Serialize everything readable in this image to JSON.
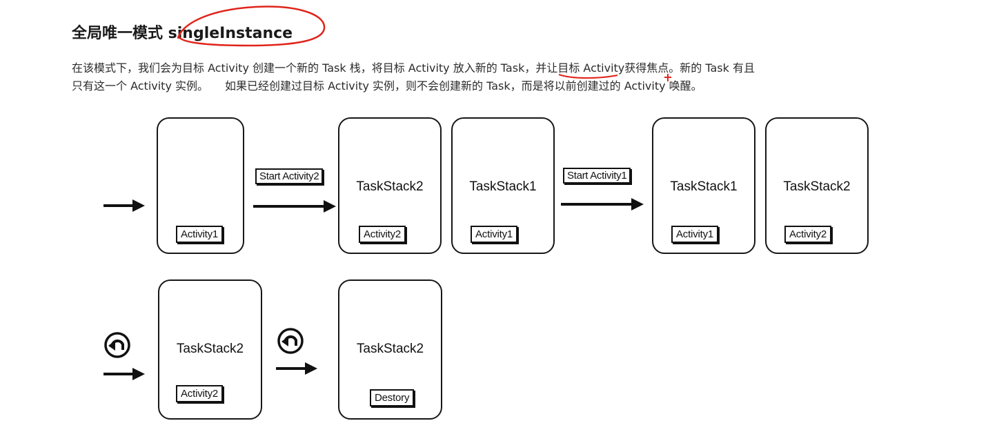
{
  "heading": {
    "title": "全局唯一模式 singleInstance"
  },
  "paragraph": {
    "line1": "在该模式下，我们会为目标 Activity 创建一个新的 Task 栈，将目标 Activity 放入新的 Task，并让目标 Activity获得焦点。新的 Task 有且",
    "line2": "只有这一个 Activity 实例。　　如果已经创建过目标 Activity 实例，则不会创建新的 Task，而是将以前创建过的 Activity 唤醒。"
  },
  "diagram": {
    "row1": {
      "stack_a": {
        "activity": "Activity1"
      },
      "label_start2": "Start Activity2",
      "stack_b": {
        "title": "TaskStack2",
        "activity": "Activity2"
      },
      "stack_c": {
        "title": "TaskStack1",
        "activity": "Activity1"
      },
      "label_start1": "Start Activity1",
      "stack_d": {
        "title": "TaskStack1",
        "activity": "Activity1"
      },
      "stack_e": {
        "title": "TaskStack2",
        "activity": "Activity2"
      }
    },
    "row2": {
      "stack_f": {
        "title": "TaskStack2",
        "activity": "Activity2"
      },
      "stack_g": {
        "title": "TaskStack2",
        "activity": "Destory"
      }
    }
  },
  "colors": {
    "annotation_red": "#e0241b",
    "ink": "#111111"
  }
}
